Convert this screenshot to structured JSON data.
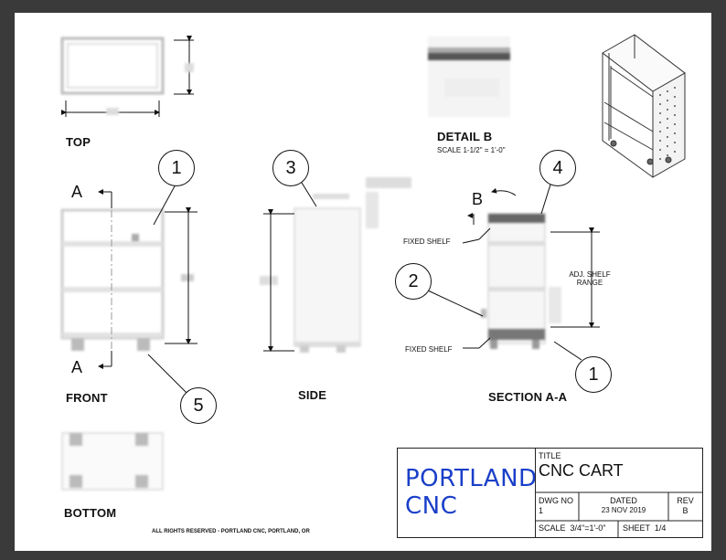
{
  "views": {
    "top": "TOP",
    "front": "FRONT",
    "side": "SIDE",
    "section": "SECTION A-A",
    "bottom": "BOTTOM",
    "detail": "DETAIL B",
    "detail_scale": "SCALE 1-1/2\" = 1'-0\""
  },
  "callouts": [
    "1",
    "2",
    "3",
    "4",
    "5",
    "1"
  ],
  "section_marks": {
    "a": "A",
    "b": "B"
  },
  "notes": {
    "fixed_shelf_top": "FIXED SHELF",
    "fixed_shelf_bottom": "FIXED SHELF",
    "adj_shelf_range": [
      "ADJ. SHELF",
      "RANGE"
    ]
  },
  "rights": "ALL RIGHTS RESERVED - PORTLAND CNC, PORTLAND, OR",
  "title_block": {
    "logo": [
      "PORTLAND",
      "CNC"
    ],
    "title_label": "TITLE",
    "title": "CNC CART",
    "dwg_no_label": "DWG NO",
    "dwg_no": "1",
    "dated_label": "DATED",
    "dated": "23 NOV 2019",
    "rev_label": "REV",
    "rev": "B",
    "scale": "SCALE  3/4\"=1'-0\"",
    "sheet": "SHEET  1/4"
  },
  "colors": {
    "logo": "#1a3fc9",
    "sheet": "#ffffff",
    "background": "#3a3a3a"
  }
}
